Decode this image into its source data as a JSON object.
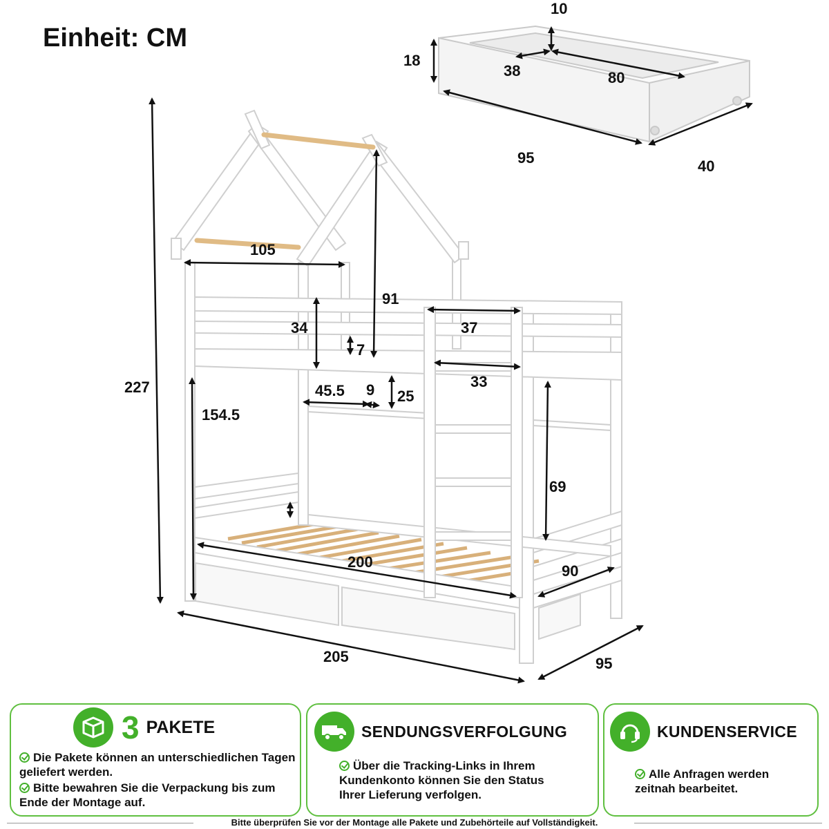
{
  "unit_title": "Einheit: CM",
  "drawer_dims": {
    "depth_top": "10",
    "height": "18",
    "inner_small": "38",
    "inner_long": "80",
    "length": "95",
    "width": "40"
  },
  "bed_dims": {
    "total_height": "227",
    "roof_width": "105",
    "roof_height": "91",
    "rail_height": "34",
    "gap_small": "7",
    "ladder_width_top": "37",
    "ladder_width_bottom": "33",
    "opening_width": "45.5",
    "bar_height": "9",
    "bar_gap": "25",
    "lower_height": "154.5",
    "side_height": "69",
    "mattress_length": "200",
    "mattress_width": "90",
    "total_length": "205",
    "total_depth": "95"
  },
  "cards": {
    "packages": {
      "number": "3",
      "title": "PAKETE",
      "bullets": [
        "Die Pakete können an unterschiedlichen Tagen geliefert werden.",
        "Bitte bewahren Sie die Verpackung bis zum Ende der Montage auf."
      ]
    },
    "tracking": {
      "title": "SENDUNGSVERFOLGUNG",
      "bullets": [
        "Über die Tracking-Links in Ihrem Kundenkonto können Sie den Status Ihrer Lieferung verfolgen."
      ]
    },
    "service": {
      "title": "KUNDENSERVICE",
      "bullets": [
        "Alle Anfragen werden zeitnah bearbeitet."
      ]
    }
  },
  "footer": "Bitte überprüfen Sie vor der Montage alle Pakete und Zubehörteile auf Vollständigkeit.",
  "colors": {
    "accent_green": "#43b02a",
    "wood": "#e8c89a",
    "frame": "#ffffff"
  },
  "icons": [
    "box-icon",
    "truck-icon",
    "headset-icon",
    "check-icon"
  ]
}
